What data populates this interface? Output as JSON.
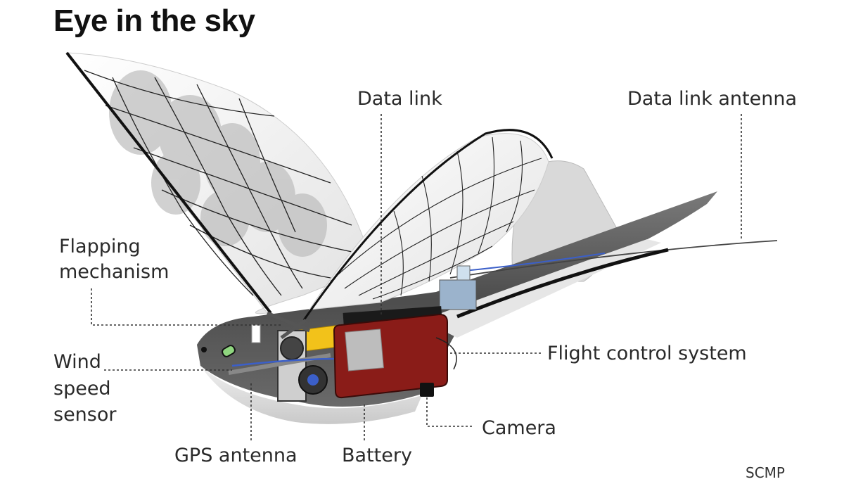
{
  "title": "Eye in the sky",
  "labels": {
    "data_link": "Data link",
    "data_link_antenna": "Data link antenna",
    "flapping_line1": "Flapping",
    "flapping_line2": "mechanism",
    "wind_line1": "Wind",
    "wind_line2": "speed",
    "wind_line3": "sensor",
    "flight_control": "Flight control system",
    "camera": "Camera",
    "gps_antenna": "GPS antenna",
    "battery": "Battery"
  },
  "credit": "SCMP",
  "colors": {
    "control_box": "#8a1c18",
    "battery": "#f2c21a",
    "wiring": "#3b5fc9",
    "body_dark": "#5c5c5c"
  }
}
